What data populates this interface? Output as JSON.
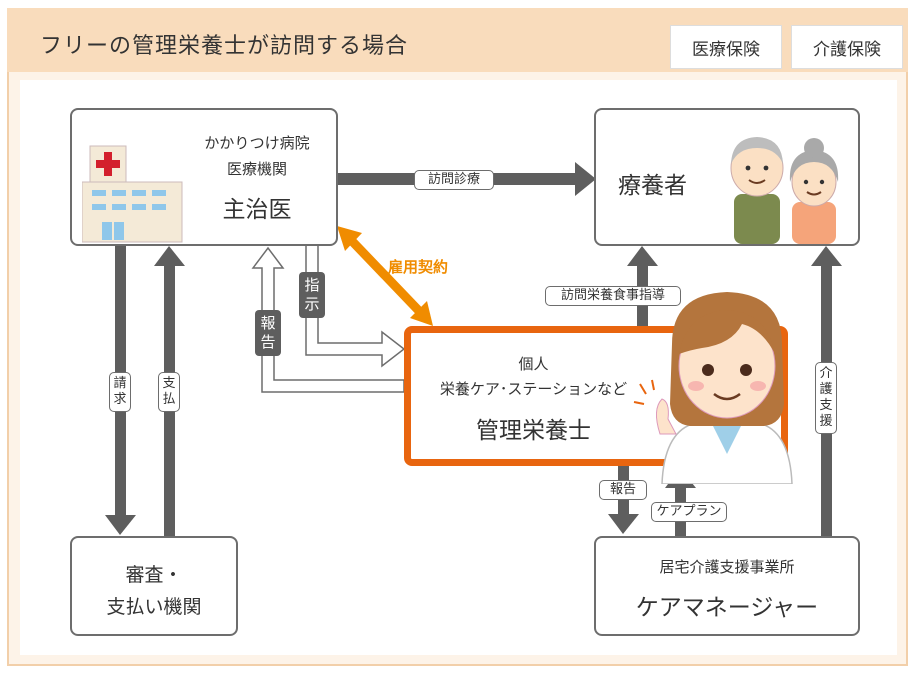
{
  "header": {
    "title": "フリーの管理栄養士が訪問する場合",
    "badges": [
      "医療保険",
      "介護保険"
    ]
  },
  "nodes": {
    "hospital": {
      "line1": "かかりつけ病院",
      "line2": "医療機関",
      "main": "主治医"
    },
    "patient": {
      "main": "療養者"
    },
    "dietitian": {
      "line1": "個人",
      "line2": "栄養ケア･ステーションなど",
      "main": "管理栄養士"
    },
    "review": {
      "line1": "審査・",
      "line2": "支払い機関"
    },
    "caremanager": {
      "line1": "居宅介護支援事業所",
      "main": "ケアマネージャー"
    }
  },
  "edges": {
    "home_visit_care": "訪問診療",
    "employment": "雇用契約",
    "instruction": "指示",
    "report_to_doctor": "報告",
    "claim": "請求",
    "payment": "支払",
    "nutrition_guidance": "訪問栄養食事指導",
    "care_support": "介護支援",
    "report_to_cm": "報告",
    "care_plan": "ケアプラン"
  },
  "colors": {
    "header_bg": "#f9dcbc",
    "outer_bg": "#fdf3e8",
    "accent_orange": "#f08c00",
    "dietitian_border": "#e8650f",
    "arrow_gray": "#5e5e5e"
  }
}
